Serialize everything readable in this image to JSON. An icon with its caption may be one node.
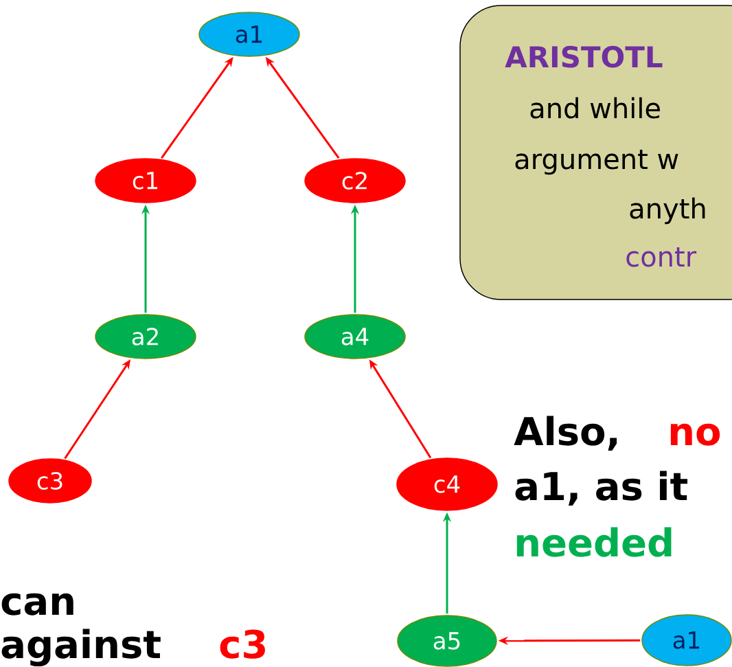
{
  "diagram": {
    "nodes": [
      {
        "text": [
          "a1"
        ]
      },
      {
        "text": [
          "c1"
        ]
      },
      {
        "text": [
          "c2"
        ]
      },
      {
        "text": [
          "a2"
        ]
      },
      {
        "text": [
          "a4"
        ]
      },
      {
        "text": [
          "c3"
        ]
      },
      {
        "text": [
          "c4"
        ]
      },
      {
        "text": [
          "a5"
        ]
      },
      {
        "text": [
          "a1"
        ]
      },
      {
        "text": [
          "ARISTOTL",
          "and while",
          "argument w",
          "anyth",
          "contr"
        ]
      }
    ],
    "edges": [
      {
        "from": 1,
        "to": 0,
        "arrow": "to"
      },
      {
        "from": 2,
        "to": 0,
        "arrow": "to"
      },
      {
        "from": 3,
        "to": 1,
        "arrow": "to",
        "color": "#00b050"
      },
      {
        "from": 4,
        "to": 2,
        "arrow": "to",
        "color": "#00b050"
      },
      {
        "from": 5,
        "to": 3,
        "arrow": "to"
      },
      {
        "from": 6,
        "to": 4,
        "arrow": "to"
      },
      {
        "from": 7,
        "to": 6,
        "arrow": "to",
        "color": "#00b050"
      },
      {
        "from": 8,
        "to": 7,
        "arrow": "to"
      }
    ],
    "labels": [
      "Also,",
      "no",
      "a1, as it",
      "needed",
      "can",
      "against",
      "c3"
    ]
  }
}
